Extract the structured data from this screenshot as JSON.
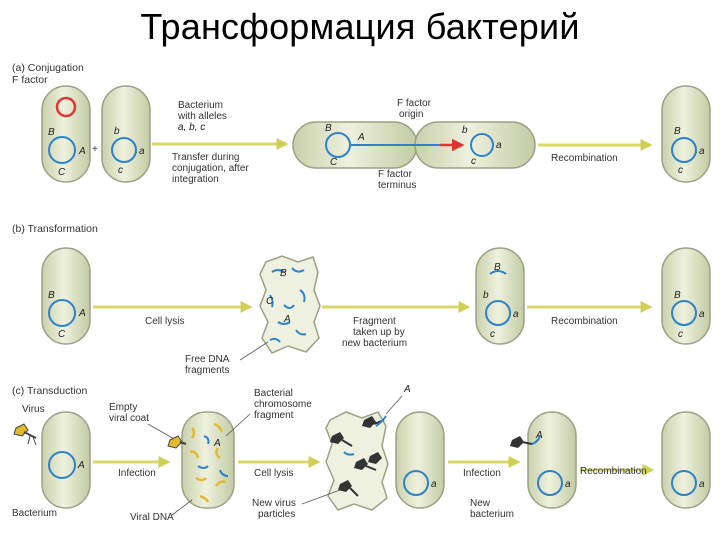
{
  "title": "Трансформация бактерий",
  "colors": {
    "cell_fill": "#dde4c6",
    "cell_stroke": "#9aa184",
    "dna": "#2d82c9",
    "arrow": "#d8d86a",
    "f_factor": "#e03535",
    "viral_dna": "#e3b92e"
  },
  "conjugation": {
    "heading": "(a)  Conjugation",
    "f_factor_label": "F factor",
    "plus": "+",
    "bacterium_label": [
      "Bacterium",
      "with alleles"
    ],
    "alleles_text": "a, b, c",
    "transfer_label": [
      "Transfer during",
      "conjugation, after",
      "integration"
    ],
    "f_origin_label": [
      "F factor",
      "origin"
    ],
    "f_terminus_label": [
      "F factor",
      "terminus"
    ],
    "recombination_label": "Recombination"
  },
  "transformation": {
    "heading": "(b)  Transformation",
    "cell_lysis_label": "Cell lysis",
    "free_dna_label": [
      "Free DNA",
      "fragments"
    ],
    "fragment_label": [
      "Fragment",
      "taken up by",
      "new bacterium"
    ],
    "recombination_label": "Recombination"
  },
  "transduction": {
    "heading": "(c)  Transduction",
    "virus_label": "Virus",
    "empty_coat_label": [
      "Empty",
      "viral coat"
    ],
    "bacterial_fragment_label": [
      "Bacterial",
      "chromosome",
      "fragment"
    ],
    "infection_label_1": "Infection",
    "cell_lysis_label": "Cell lysis",
    "infection_label_2": "Infection",
    "recombination_label": "Recombination",
    "bacterium_label": "Bacterium",
    "viral_dna_label": "Viral DNA",
    "new_virus_label": [
      "New virus",
      "particles"
    ],
    "new_bacterium_label": [
      "New",
      "bacterium"
    ]
  },
  "alleles": {
    "B": "B",
    "A": "A",
    "C": "C",
    "b": "b",
    "a": "a",
    "c": "c"
  }
}
